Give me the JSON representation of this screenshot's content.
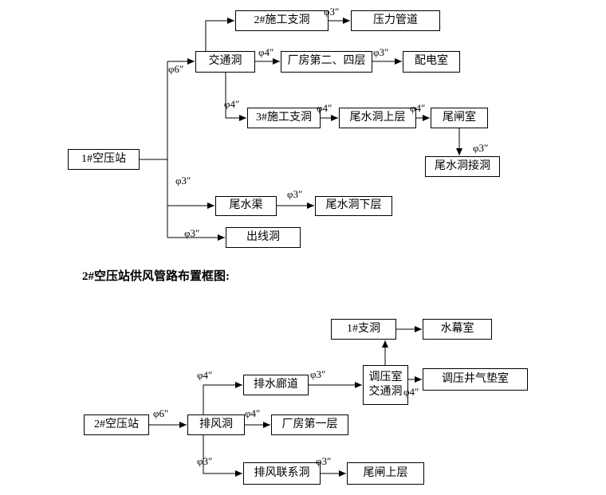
{
  "section2_title": "2#空压站供风管路布置框图:",
  "diagram1": {
    "nodes": {
      "station1": "1#空压站",
      "traffic_tunnel": "交通洞",
      "construction_branch2": "2#施工支洞",
      "pressure_pipeline": "压力管道",
      "plant_floors_2_4": "厂房第二、四层",
      "power_room": "配电室",
      "construction_branch3": "3#施工支洞",
      "tailrace_upper": "尾水洞上层",
      "tail_gate_room": "尾闸室",
      "tailrace_adit": "尾水洞接洞",
      "tailrace_channel": "尾水渠",
      "tailrace_lower": "尾水洞下层",
      "outlet_tunnel": "出线洞"
    },
    "pipe_labels": {
      "to_pressure_pipeline": "φ3″",
      "to_plant_floors": "φ4″",
      "to_power_room": "φ3″",
      "to_traffic_tunnel": "φ6″",
      "to_branch3": "φ4″",
      "to_tailrace_upper": "φ4″",
      "to_tail_gate_room": "φ4″",
      "to_tailrace_adit": "φ3″",
      "to_tailrace_channel": "φ3″",
      "to_tailrace_lower": "φ3″",
      "to_outlet_tunnel": "φ3″"
    }
  },
  "diagram2": {
    "nodes": {
      "branch1": "1#支洞",
      "water_curtain_room": "水幕室",
      "drainage_gallery": "排水廊道",
      "surge_traffic_tunnel": "调压室\n交通洞",
      "surge_cushion_room": "调压井气垫室",
      "station2": "2#空压站",
      "exhaust_tunnel": "排风洞",
      "plant_floor_1": "厂房第一层",
      "exhaust_link_tunnel": "排风联系洞",
      "tail_gate_upper": "尾闸上层"
    },
    "pipe_labels": {
      "to_drainage_gallery": "φ4″",
      "to_surge_traffic": "φ3″",
      "to_surge_cushion": "φ4″",
      "to_exhaust_tunnel": "φ6″",
      "to_plant_floor1": "φ4″",
      "to_exhaust_link": "φ3″",
      "to_tail_gate_upper": "φ3″"
    }
  }
}
